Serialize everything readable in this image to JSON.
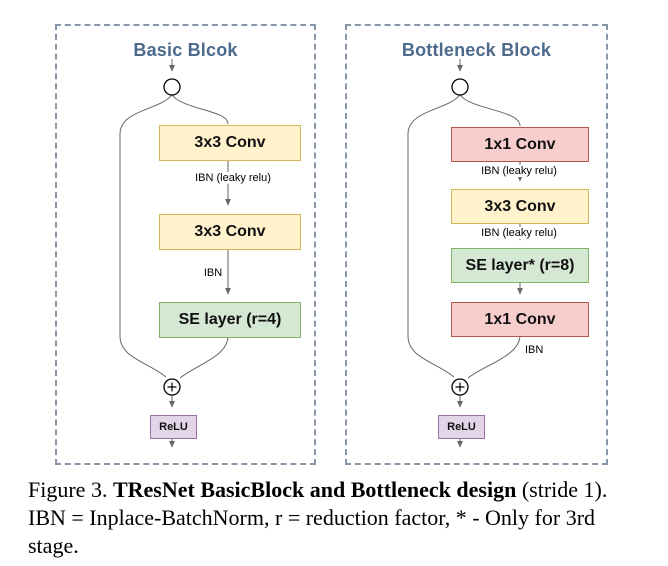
{
  "figure": {
    "panels": [
      {
        "title": "Basic Blcok",
        "nodes": [
          {
            "label": "3x3 Conv"
          },
          {
            "label": "3x3 Conv"
          },
          {
            "label": "SE layer (r=4)"
          }
        ],
        "edge_labels": [
          "IBN (leaky relu)",
          "IBN"
        ],
        "relu_label": "ReLU"
      },
      {
        "title": "Bottleneck Block",
        "nodes": [
          {
            "label": "1x1 Conv"
          },
          {
            "label": "3x3 Conv"
          },
          {
            "label": "SE layer* (r=8)"
          },
          {
            "label": "1x1 Conv"
          }
        ],
        "edge_labels": [
          "IBN (leaky relu)",
          "IBN (leaky relu)",
          "IBN"
        ],
        "relu_label": "ReLU"
      }
    ],
    "colors": {
      "panel_border": "#8796a9",
      "title_text": "#4d6a8c",
      "conv_yellow_fill": "#fff2cc",
      "conv_yellow_border": "#d6b656",
      "conv_pink_fill": "#f8cecc",
      "conv_pink_border": "#b85450",
      "se_green_fill": "#d5e8d4",
      "se_green_border": "#82b366",
      "relu_purple_fill": "#e1d5e7",
      "relu_purple_border": "#9673a6",
      "edge_line": "#666666"
    }
  },
  "caption": {
    "line1_pre": "Figure 3. ",
    "line1_bold": "TResNet BasicBlock and Bottleneck design",
    "line1_post": " (stride 1).",
    "line2": "IBN = Inplace-BatchNorm, r = reduction factor, * - Only for 3rd",
    "line3": "stage."
  }
}
